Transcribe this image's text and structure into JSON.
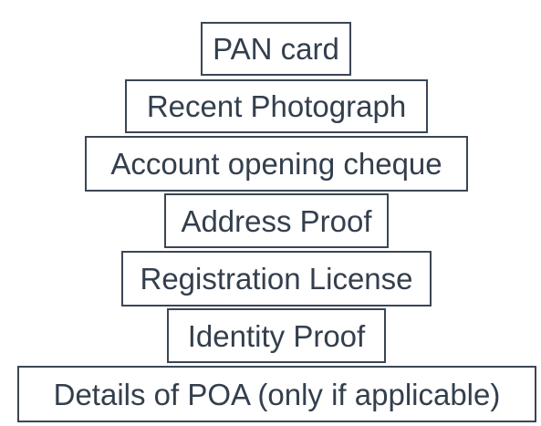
{
  "documents": [
    {
      "id": "pan-card",
      "label": "PAN card"
    },
    {
      "id": "recent-photograph",
      "label": "Recent Photograph"
    },
    {
      "id": "account-opening-cheque",
      "label": "Account opening cheque"
    },
    {
      "id": "address-proof",
      "label": "Address Proof"
    },
    {
      "id": "registration-license",
      "label": "Registration License"
    },
    {
      "id": "identity-proof",
      "label": "Identity Proof"
    },
    {
      "id": "details-of-poa",
      "label": "Details of POA (only if applicable)"
    }
  ],
  "colors": {
    "border": "#3a4654",
    "text": "#333f4d",
    "background": "#ffffff"
  }
}
